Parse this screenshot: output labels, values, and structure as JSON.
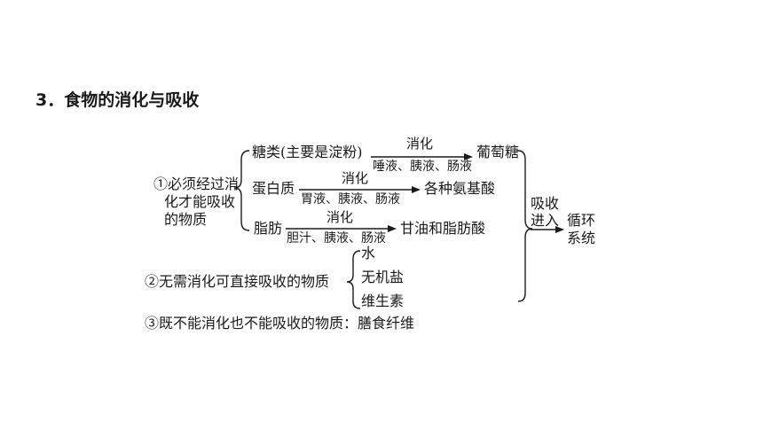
{
  "title": "3．食物的消化与吸收",
  "group1": {
    "label_lines": [
      "①必须经过消",
      "化才能吸收",
      "的物质"
    ],
    "rows": [
      {
        "substance": "糖类(主要是淀粉)",
        "above": "消化",
        "below": "唾液、胰液、肠液",
        "product": "葡萄糖"
      },
      {
        "substance": "蛋白质",
        "above": "消化",
        "below": "胃液、胰液、肠液",
        "product": "各种氨基酸"
      },
      {
        "substance": "脂肪",
        "above": "消化",
        "below": "胆汁、胰液、肠液",
        "product": "甘油和脂肪酸"
      }
    ]
  },
  "group2": {
    "label": "②无需消化可直接吸收的物质",
    "items": [
      "水",
      "无机盐",
      "维生素"
    ]
  },
  "group3": {
    "label": "③既不能消化也不能吸收的物质：膳食纤维"
  },
  "absorption": {
    "above_lines": [
      "吸收",
      "进入"
    ],
    "target_lines": [
      "循环",
      "系统"
    ]
  }
}
